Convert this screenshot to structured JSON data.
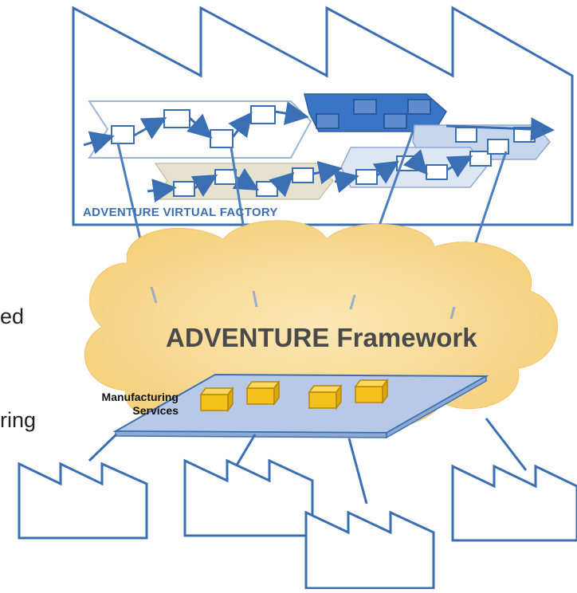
{
  "diagram": {
    "virtual_factory_label": "ADVENTURE VIRTUAL FACTORY",
    "framework_label": "ADVENTURE Framework",
    "services_label_line1": "Manufacturing",
    "services_label_line2": "Services",
    "clipped_text_1": "ed",
    "clipped_text_2": "ring"
  },
  "colors": {
    "outline": "#3b6fb3",
    "cloud": "#f7d58a",
    "platform": "#b7c9e6",
    "module": "#f4c21a",
    "process_dark": "#3a74c4",
    "process_light": "#c7d6ec",
    "process_beige": "#e6e2d0"
  }
}
